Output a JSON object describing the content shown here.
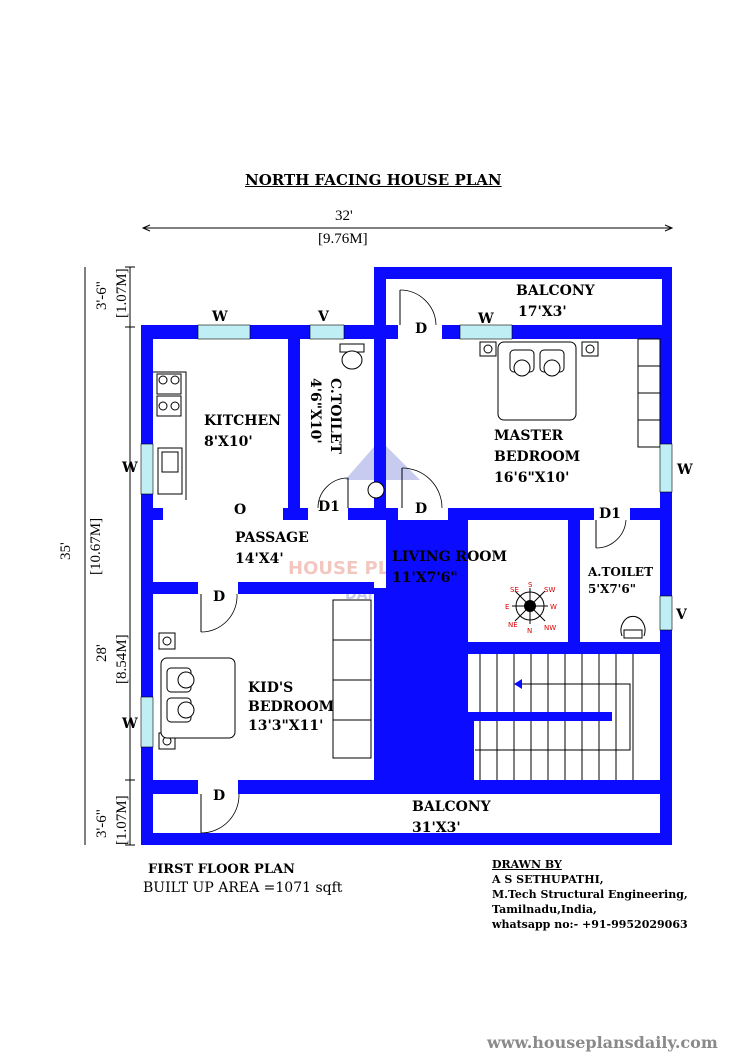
{
  "header": {
    "title": "NORTH FACING HOUSE PLAN"
  },
  "dimensions": {
    "width_ft": "32'",
    "width_m": "[9.76M]",
    "total_ft": "35'",
    "total_m": "[10.67M]",
    "top_ft": "3'-6\"",
    "top_m": "[1.07M]",
    "mid_ft": "28'",
    "mid_m": "[8.54M]",
    "bottom_ft": "3'-6\"",
    "bottom_m": "[1.07M]"
  },
  "rooms": {
    "balcony_top": {
      "name": "BALCONY",
      "size": "17'X3'"
    },
    "kitchen": {
      "name": "KITCHEN",
      "size": "8'X10'"
    },
    "ctoilet": {
      "name": "C.TOILET",
      "size": "4'6\"X10'"
    },
    "master": {
      "name1": "MASTER",
      "name2": "BEDROOM",
      "size": "16'6\"X10'"
    },
    "passage": {
      "name": "PASSAGE",
      "size": "14'X4'"
    },
    "living": {
      "name": "LIVING ROOM",
      "size": "11'X7'6\""
    },
    "atoilet": {
      "name": "A.TOILET",
      "size": "5'X7'6\""
    },
    "kids": {
      "name1": "KID'S",
      "name2": "BEDROOM",
      "size": "13'3\"X11'"
    },
    "balcony_bottom": {
      "name": "BALCONY",
      "size": "31'X3'"
    }
  },
  "openings": {
    "window": "W",
    "ventilator": "V",
    "door": "D",
    "door_d1": "D1",
    "opening": "O"
  },
  "compass": {
    "n": "N",
    "e": "E",
    "s": "S",
    "w": "W",
    "ne": "NE",
    "nw": "NW",
    "se": "SE",
    "sw": "SW"
  },
  "watermark": {
    "line1": "HOUSE PLANS",
    "line2": "DAILY"
  },
  "footer": {
    "plan_name": "FIRST FLOOR PLAN",
    "built_up": "BUILT UP AREA =1071 sqft"
  },
  "credits": {
    "drawn_by": "DRAWN BY",
    "name": "A S SETHUPATHI,",
    "qualification": "M.Tech Structural Engineering,",
    "location": "Tamilnadu,India,",
    "contact": "whatsapp no:- +91-9952029063"
  },
  "website": "www.houseplansdaily.com",
  "colors": {
    "wall": "#0b0bff",
    "window": "#bfeff5",
    "text": "#000000",
    "watermark": "#d9604a"
  }
}
